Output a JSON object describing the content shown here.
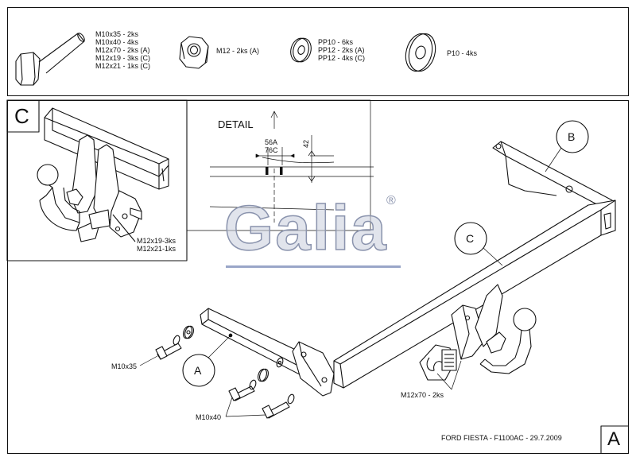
{
  "hardware": {
    "bolt_list": "M10x35 - 2ks\nM10x40 - 4ks\nM12x70 - 2ks (A)\nM12x19 - 3ks (C)\nM12x21 - 1ks (C)",
    "nut_list": "M12 - 2ks (A)",
    "washer_small_list": "PP10 - 6ks\nPP12 - 2ks (A)\nPP12 - 4ks (C)",
    "washer_large_list": "P10 - 4ks"
  },
  "detail": {
    "section_letter": "C",
    "title": "DETAIL",
    "dim_top": "56A",
    "dim_bottom": "76C",
    "dim_side": "42",
    "bolt_label": "M12x19-3ks\nM12x21-1ks"
  },
  "logo": {
    "text": "Galia",
    "registered": "®"
  },
  "main": {
    "label_b": "B",
    "label_c": "C",
    "label_a": "A",
    "callout_m10x35": "M10x35",
    "callout_m10x40": "M10x40",
    "callout_m12x70": "M12x70 - 2ks"
  },
  "footer": {
    "caption": "FORD FIESTA - F1100AC - 29.7.2009",
    "sheet_letter": "A"
  }
}
